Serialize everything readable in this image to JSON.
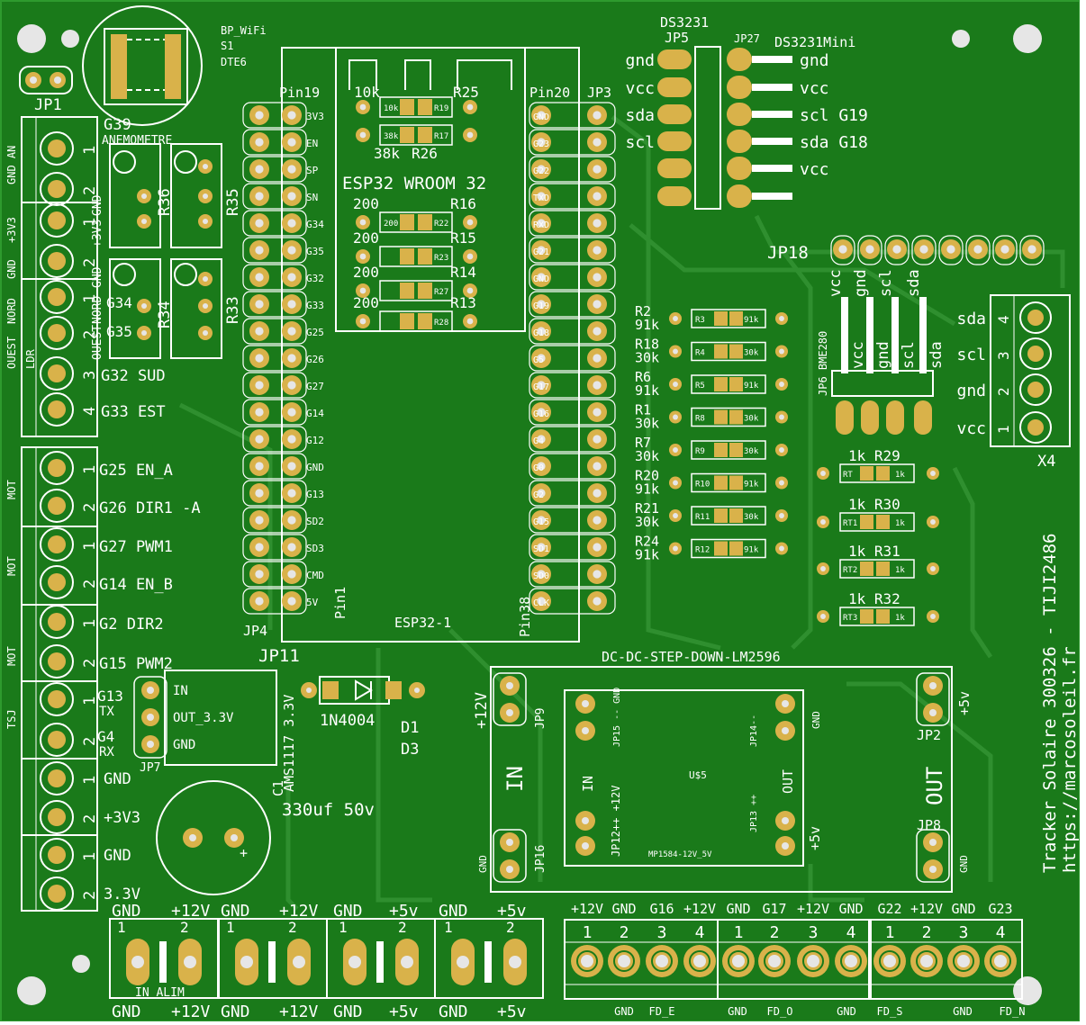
{
  "title": "Tracker Solaire 300326 - TIJI2486",
  "url": "https://marcosoleil.fr",
  "colors": {
    "board": "#1a7a1a",
    "trace": "#2f8f2f",
    "silk": "#ffffff",
    "pad": "#d9b24a",
    "hole": "#e6e6e6"
  },
  "left_labels": [
    "GND AN",
    "+3V3",
    "GND",
    "NORD",
    "OUEST",
    "LDR",
    "MOT",
    "MOT",
    "MOT",
    "TSJ"
  ],
  "top_left": {
    "jp1": "JP1",
    "g39": "G39",
    "anemo": "ANEMOMETRE",
    "bp": [
      "BP_WiFi",
      "S1",
      "DTE6"
    ]
  },
  "terminal_left": [
    {
      "n": "1",
      "t": ""
    },
    {
      "n": "2",
      "t": "GND"
    },
    {
      "n": "1",
      "t": "+3V3"
    },
    {
      "n": "2",
      "t": "GND"
    },
    {
      "n": "1",
      "t": "NORD"
    },
    {
      "n": "2",
      "t": "OUEST"
    },
    {
      "n": "3",
      "t": "G32 SUD"
    },
    {
      "n": "4",
      "t": "G33 EST"
    }
  ],
  "mot_labels": [
    {
      "n": "1",
      "t": "G25 EN_A"
    },
    {
      "n": "2",
      "t": "G26 DIR1 -A"
    },
    {
      "n": "1",
      "t": "G27 PWM1"
    },
    {
      "n": "2",
      "t": "G14 EN_B"
    },
    {
      "n": "1",
      "t": "G2  DIR2"
    },
    {
      "n": "2",
      "t": "G15 PWM2"
    }
  ],
  "tsj_labels": [
    {
      "n": "1",
      "t": "G13",
      "s": "TX"
    },
    {
      "n": "2",
      "t": "G4",
      "s": "RX"
    }
  ],
  "power_labels": [
    {
      "n": "1",
      "t": "GND"
    },
    {
      "n": "2",
      "t": "+3V3"
    },
    {
      "n": "1",
      "t": "GND"
    },
    {
      "n": "2",
      "t": "3.3V"
    }
  ],
  "resistors_small": {
    "r36": "R36",
    "r35": "R35",
    "r34": "R34",
    "r33": "R33",
    "g34": "G34",
    "g35": "G35"
  },
  "esp": {
    "name": "ESP32 WROOM 32",
    "ref": "ESP32-1",
    "pin19": "Pin19",
    "pin20": "Pin20",
    "pin1": "Pin1",
    "pin38": "Pin38",
    "jp3": "JP3",
    "jp4": "JP4",
    "left_pins": [
      "3V3",
      "EN",
      "SP",
      "SN",
      "G34",
      "G35",
      "G32",
      "G33",
      "G25",
      "G26",
      "G27",
      "G14",
      "G12",
      "GND",
      "G13",
      "SD2",
      "SD3",
      "CMD",
      "5V"
    ],
    "right_pins": [
      "GND",
      "G23",
      "G22",
      "TXD",
      "RXD",
      "G21",
      "GND",
      "G19",
      "G18",
      "G5",
      "G17",
      "G16",
      "G4",
      "G0",
      "G2",
      "G15",
      "SD1",
      "SD0",
      "CLK"
    ],
    "resistors": [
      {
        "v": "10k",
        "r": "R25",
        "m": "10k",
        "s": "R19"
      },
      {
        "v": "38k",
        "r": "R26",
        "m": "38k",
        "s": "R17"
      },
      {
        "v": "200",
        "r": "R16",
        "m": "200",
        "s": "R22"
      },
      {
        "v": "200",
        "r": "R15",
        "m": "",
        "s": "R23"
      },
      {
        "v": "200",
        "r": "R14",
        "m": "",
        "s": "R27"
      },
      {
        "v": "200",
        "r": "R13",
        "m": "",
        "s": "R28"
      }
    ]
  },
  "ds3231": {
    "title": "DS3231",
    "jp5": "JP5",
    "jp27": "JP27",
    "mini": "DS3231Mini",
    "left": [
      "gnd",
      "vcc",
      "sda",
      "scl"
    ],
    "right": [
      "gnd",
      "vcc",
      "scl  G19",
      "sda  G18",
      "vcc"
    ]
  },
  "jp18": "JP18",
  "bme": {
    "ref": "JP6 BME280",
    "top": [
      "vcc",
      "gnd",
      "scl",
      "sda"
    ],
    "pins": [
      "vcc",
      "gnd",
      "scl",
      "sda"
    ]
  },
  "x4": {
    "ref": "X4",
    "rows": [
      {
        "l": "sda",
        "n": "4"
      },
      {
        "l": "scl",
        "n": "3"
      },
      {
        "l": "gnd",
        "n": "2"
      },
      {
        "l": "vcc",
        "n": "1"
      }
    ]
  },
  "divider": [
    {
      "r": "R2",
      "v": "91k",
      "a": "R3",
      "b": "91k"
    },
    {
      "r": "R18",
      "v": "30k",
      "a": "R4",
      "b": "30k"
    },
    {
      "r": "R6",
      "v": "91k",
      "a": "R5",
      "b": "91k"
    },
    {
      "r": "R1",
      "v": "30k",
      "a": "R8",
      "b": "30k"
    },
    {
      "r": "R7",
      "v": "30k",
      "a": "R9",
      "b": "30k"
    },
    {
      "r": "R20",
      "v": "91k",
      "a": "R10",
      "b": "91k"
    },
    {
      "r": "R21",
      "v": "30k",
      "a": "R11",
      "b": "30k"
    },
    {
      "r": "R24",
      "v": "91k",
      "a": "R12",
      "b": "91k"
    }
  ],
  "pullups": [
    {
      "h": "1k R29",
      "a": "RT",
      "b": "1k"
    },
    {
      "h": "1k R30",
      "a": "RT1",
      "b": "1k"
    },
    {
      "h": "1k R31",
      "a": "RT2",
      "b": "1k"
    },
    {
      "h": "1k R32",
      "a": "RT3",
      "b": "1k"
    }
  ],
  "reg": {
    "jp11": "JP11",
    "in": "IN",
    "out": "OUT_3.3V",
    "gnd": "GND",
    "jp7": "JP7",
    "side": "AMS1117 3.3V"
  },
  "diode": {
    "name": "1N4004",
    "d1": "D1",
    "d3": "D3"
  },
  "cap": {
    "c": "C1",
    "val": "330uf 50v"
  },
  "dcdc": {
    "title": "DC-DC-STEP-DOWN-LM2596",
    "in12": "+12V",
    "jp9": "JP9",
    "in": "IN",
    "jp16": "JP16",
    "gnd": "GND",
    "out5": "+5v",
    "jp2": "JP2",
    "out": "OUT",
    "jp8": "JP8",
    "u5": "U$5",
    "mp": "MP1584-12V_5V",
    "jp15": "JP15 -- GND",
    "jp14": "JP14--",
    "jp12": "JP12++ +12V",
    "jp13": "JP13 ++",
    "in_small": "IN",
    "out_small": "OUT",
    "plus5": "+5v",
    "plus12": "+12V"
  },
  "bottom_left": {
    "top": [
      "GND",
      "+12V",
      "GND",
      "+12V",
      "GND",
      "+5v",
      "GND",
      "+5v"
    ],
    "nums": [
      "1",
      "2",
      "1",
      "2",
      "1",
      "2",
      "1",
      "2"
    ],
    "bottom": [
      "GND",
      "+12V",
      "GND",
      "+12V",
      "GND",
      "+5v",
      "GND",
      "+5v"
    ],
    "in_alim": "IN ALIM"
  },
  "bottom_right": {
    "top": [
      "+12V",
      "GND",
      "G16",
      "+12V",
      "GND",
      "G17",
      "+12V",
      "GND",
      "G22",
      "+12V",
      "GND",
      "G23"
    ],
    "nums": [
      "1",
      "2",
      "3",
      "4",
      "1",
      "2",
      "3",
      "4",
      "1",
      "2",
      "3",
      "4"
    ],
    "bottom": [
      "GND",
      "FD_E",
      "GND",
      "FD_O",
      "GND",
      "FD_S",
      "GND",
      "FD_N"
    ]
  }
}
